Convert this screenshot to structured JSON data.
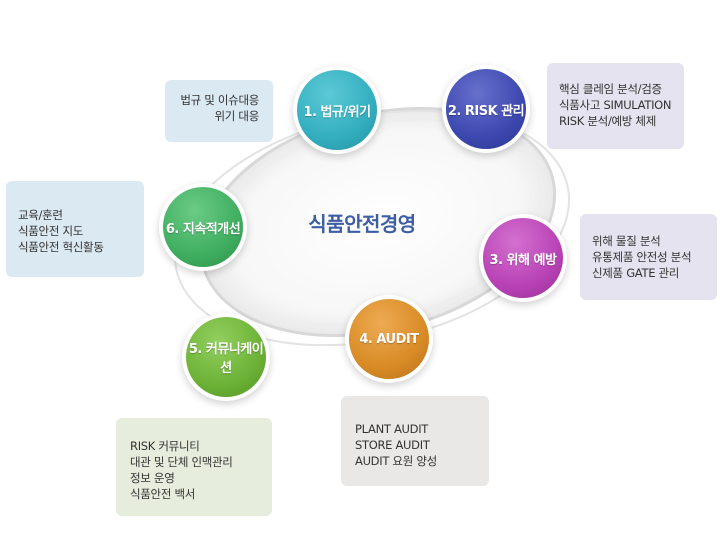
{
  "center": {
    "title": "식품안전경영"
  },
  "nodes": [
    {
      "label": "1. 법규/위기",
      "color": "#33aebf"
    },
    {
      "label": "2. RISK 관리",
      "color": "#3d48b0"
    },
    {
      "label": "3. 위해 예방",
      "color": "#b842b5"
    },
    {
      "label": "4. AUDIT",
      "color": "#d88b26"
    },
    {
      "label": "5. 커뮤니케이션",
      "color": "#6cb236"
    },
    {
      "label": "6. 지속적개선",
      "color": "#3fae5f"
    }
  ],
  "boxes": {
    "law": [
      "법규 및 이슈대응",
      "위기 대응"
    ],
    "risk": [
      "핵심 클레임 분석/검증",
      "식품사고 SIMULATION",
      "RISK 분석/예방 체제"
    ],
    "prevent": [
      "위해 물질 분석",
      "유통제품 안전성 분석",
      "신제품 GATE 관리"
    ],
    "audit": [
      "PLANT AUDIT",
      "STORE AUDIT",
      "AUDIT 요원 양성"
    ],
    "comm": [
      "RISK 커뮤니티",
      "대관 및 단체 인맥관리",
      "정보 운영",
      "식품안전 백서"
    ],
    "improve": [
      "교육/훈련",
      "식품안전 지도",
      "식품안전 혁신활동"
    ]
  },
  "colors": {
    "title": "#3d5ea3",
    "box_blue": "#dbe9f2",
    "box_lilac": "#e4e3ef",
    "box_grey": "#e9e8e6",
    "box_green": "#e6eddd",
    "ring": "#e6e6e6"
  }
}
